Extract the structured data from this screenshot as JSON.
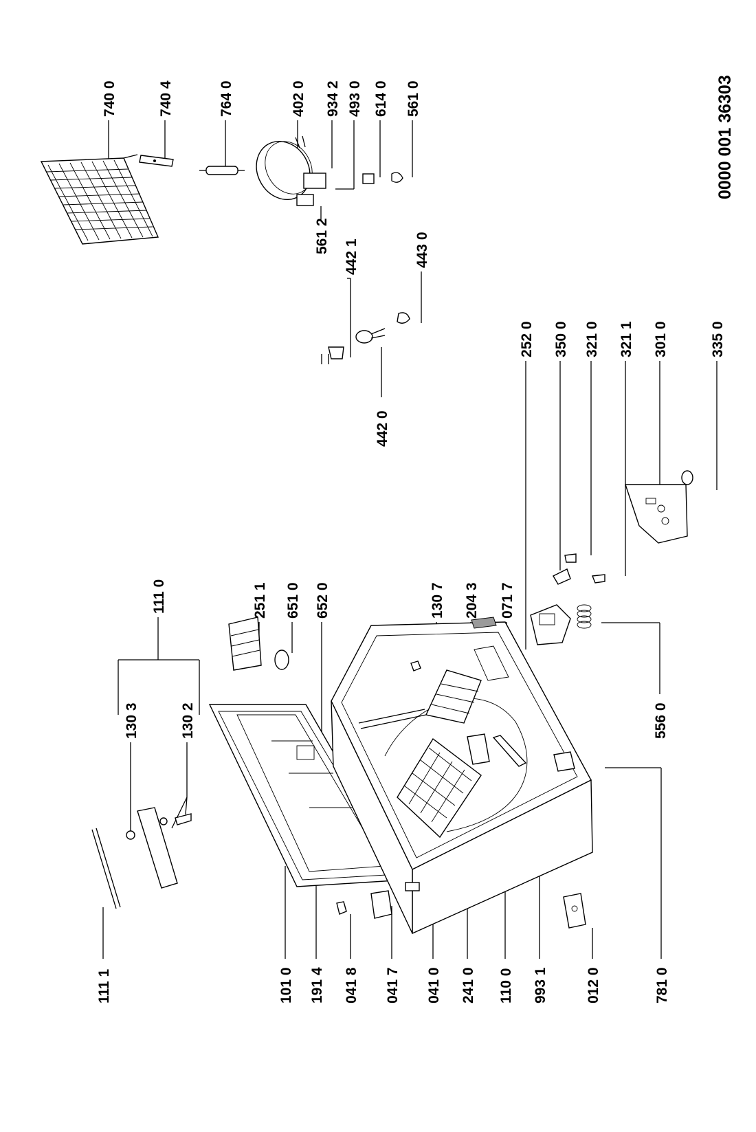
{
  "document_number": "0000 001 36303",
  "labels": {
    "p740_0": "740 0",
    "p740_4": "740 4",
    "p764_0": "764 0",
    "p402_0": "402 0",
    "p934_2": "934 2",
    "p493_0": "493 0",
    "p614_0": "614 0",
    "p561_0": "561 0",
    "p561_2": "561 2",
    "p442_1": "442 1",
    "p443_0": "443 0",
    "p442_0": "442 0",
    "p252_0": "252 0",
    "p350_0": "350 0",
    "p321_0": "321 0",
    "p321_1": "321 1",
    "p301_0": "301 0",
    "p335_0": "335 0",
    "p111_0": "111 0",
    "p130_3": "130 3",
    "p130_2": "130 2",
    "p251_1": "251 1",
    "p651_0": "651 0",
    "p652_0": "652 0",
    "p130_7": "130 7",
    "p204_3": "204 3",
    "p071_7": "071 7",
    "p556_0": "556 0",
    "p111_1": "111 1",
    "p101_0": "101 0",
    "p191_4": "191 4",
    "p041_8": "041 8",
    "p041_7": "041 7",
    "p041_0": "041 0",
    "p241_0": "241 0",
    "p110_0": "110 0",
    "p993_1": "993 1",
    "p012_0": "012 0",
    "p781_0": "781 0"
  }
}
